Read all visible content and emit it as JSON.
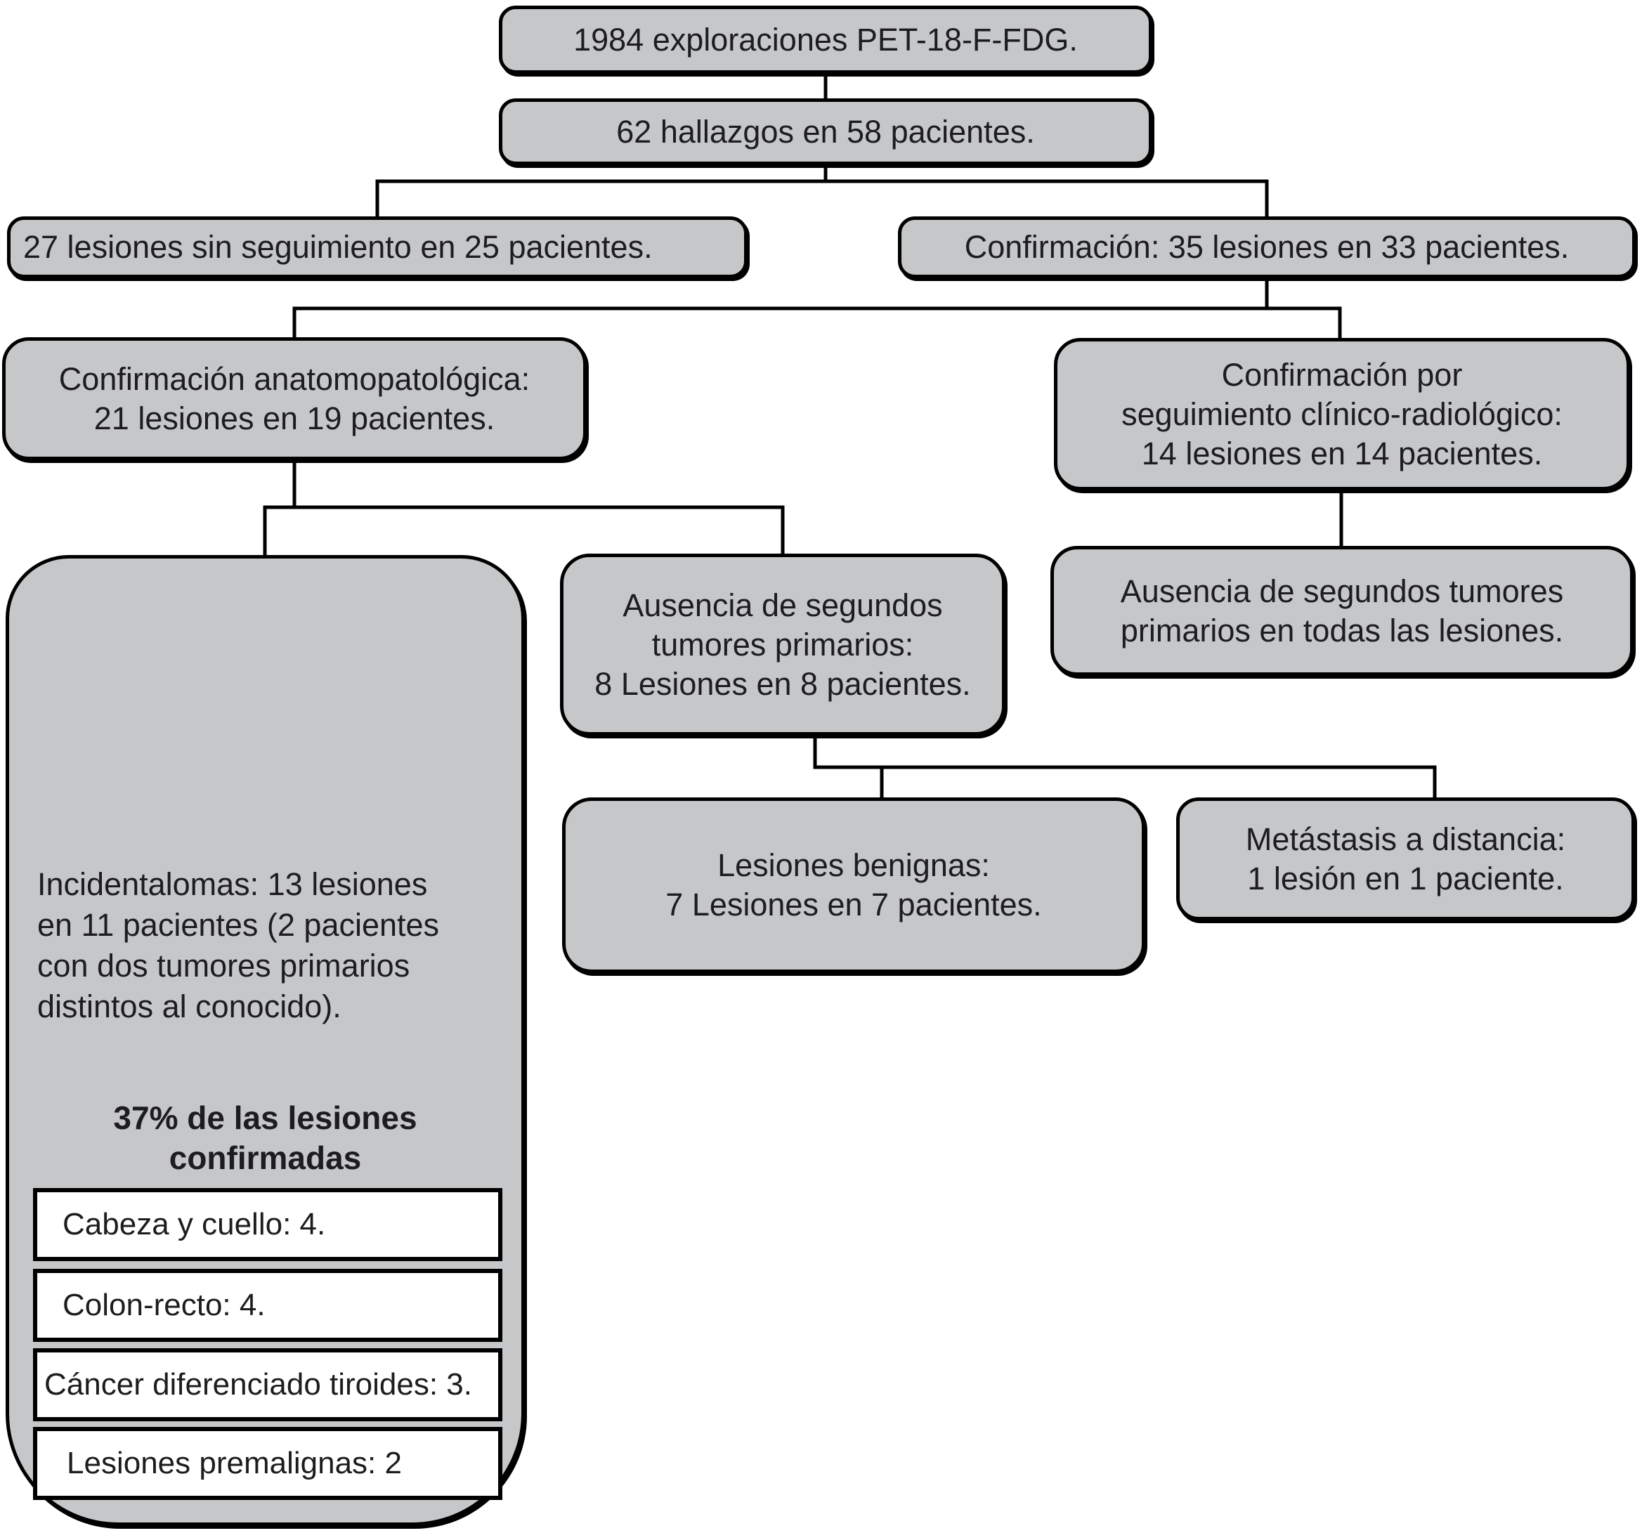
{
  "flowchart": {
    "root": "1984 exploraciones PET-18-F-FDG.",
    "findings": "62 hallazgos en 58 pacientes.",
    "no_followup": "27 lesiones sin seguimiento en 25 pacientes.",
    "confirmation": "Confirmación: 35 lesiones en 33 pacientes.",
    "pathology_confirmation": {
      "lines": [
        "Confirmación anatomopatológica:",
        "21 lesiones en 19 pacientes."
      ]
    },
    "clinical_followup_confirmation": {
      "lines": [
        "Confirmación por",
        "seguimiento clínico-radiológico:",
        "14 lesiones en 14 pacientes."
      ]
    },
    "no_second_tumors_8": {
      "lines": [
        "Ausencia de segundos",
        "tumores primarios:",
        "8 Lesiones en 8 pacientes."
      ]
    },
    "no_second_tumors_all": {
      "lines": [
        "Ausencia de segundos tumores",
        "primarios en todas las lesiones."
      ]
    },
    "benign_lesions": {
      "lines": [
        "Lesiones benignas:",
        "7 Lesiones en 7 pacientes."
      ]
    },
    "distant_metastasis": {
      "lines": [
        "Metástasis a distancia:",
        "1 lesión en 1 paciente."
      ]
    },
    "incidentalomas": {
      "paragraph_lines": [
        "Incidentalomas: 13 lesiones",
        "en 11 pacientes (2 pacientes",
        "con dos tumores primarios",
        "distintos al conocido)."
      ],
      "highlight_lines": [
        "37% de las lesiones",
        "confirmadas"
      ],
      "items": [
        "Cabeza y cuello: 4.",
        "Colon-recto: 4.",
        "Cáncer diferenciado tiroides: 3.",
        "Lesiones premalignas: 2"
      ]
    }
  },
  "colors": {
    "node_fill": "#c5c7c9",
    "node_border": "#000000",
    "item_fill": "#ffffff",
    "text": "#1d1d1f",
    "connector": "#000000"
  }
}
